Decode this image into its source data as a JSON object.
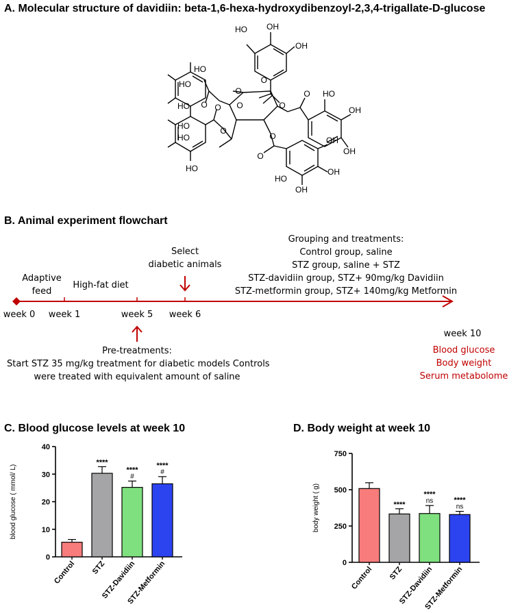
{
  "panel_a": {
    "title": "A. Molecular structure of davidiin: beta-1,6-hexa-hydroxydibenzoyl-2,3,4-trigallate-D-glucose",
    "labels": {
      "oh": "HO",
      "oh2": "OH",
      "o": "O"
    }
  },
  "panel_b": {
    "title": "B. Animal experiment flowchart",
    "weeks": [
      "week 0",
      "week 1",
      "week 5",
      "week 6",
      "week 10"
    ],
    "phase_adaptive": [
      "Adaptive",
      "feed"
    ],
    "phase_hfd": "High-fat diet",
    "select": [
      "Select",
      "diabetic animals"
    ],
    "grouping": [
      "Grouping and treatments:",
      "Control group, saline",
      "STZ group, saline + STZ",
      "STZ-davidiin group, STZ+ 90mg/kg Davidiin",
      "STZ-metformin group, STZ+ 140mg/kg Metformin"
    ],
    "pretreat": [
      "Pre-treatments:",
      "Start STZ 35 mg/kg treatment for diabetic models Controls",
      "were treated with equivalent amount of saline"
    ],
    "outcomes": [
      "Blood glucose",
      "Body weight",
      "Serum metabolome"
    ],
    "accent": "#c00000"
  },
  "chart_data": [
    {
      "type": "bar",
      "title": "C. Blood glucose levels at week 10",
      "ylabel": "blood glucose ( mmol/ L)",
      "categories": [
        "Control",
        "STZ",
        "STZ-Davidiin",
        "STZ-Metformin"
      ],
      "values": [
        5.3,
        30.3,
        25.2,
        26.5
      ],
      "errors": [
        1.0,
        2.4,
        2.3,
        2.6
      ],
      "colors": [
        "#f87c7c",
        "#a5a5a8",
        "#7fe07f",
        "#2c44f0"
      ],
      "sig_top": [
        "",
        "****",
        "****",
        "****"
      ],
      "sig_second": [
        "",
        "",
        "#",
        "#"
      ],
      "ylim": [
        0,
        40
      ],
      "yticks": [
        "0",
        "10",
        "20",
        "30",
        "40"
      ]
    },
    {
      "type": "bar",
      "title": "D. Body weight at week 10",
      "ylabel": "body weight ( g)",
      "categories": [
        "Control",
        "STZ",
        "STZ-Davidiin",
        "STZ-Metformin"
      ],
      "values": [
        508,
        333,
        336,
        329
      ],
      "errors": [
        40,
        36,
        55,
        22
      ],
      "colors": [
        "#f87c7c",
        "#a5a5a8",
        "#7fe07f",
        "#2c44f0"
      ],
      "sig_top": [
        "",
        "****",
        "****",
        "****"
      ],
      "sig_second": [
        "",
        "",
        "ns",
        "ns"
      ],
      "ylim": [
        0,
        750
      ],
      "yticks": [
        "0",
        "250",
        "500",
        "750"
      ]
    }
  ]
}
